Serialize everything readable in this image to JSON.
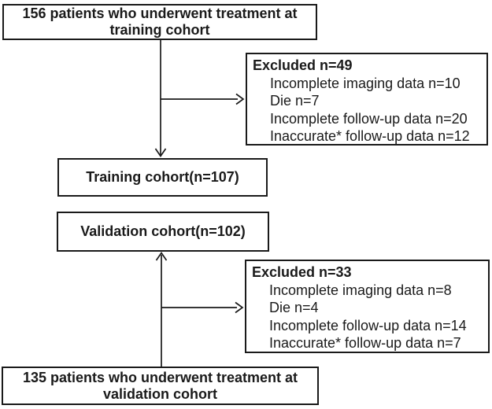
{
  "diagram": {
    "background_color": "#ffffff",
    "line_color": "#1a1a1a",
    "boxes": {
      "training_source": {
        "text": "156 patients who underwent treatment at training cohort"
      },
      "excluded_training": {
        "title": "Excluded n=49",
        "items": [
          "Incomplete imaging data n=10",
          "Die n=7",
          "Incomplete follow-up data n=20",
          "Inaccurate* follow-up data n=12"
        ]
      },
      "training_cohort": {
        "text": "Training cohort(n=107)"
      },
      "validation_cohort": {
        "text": "Validation cohort(n=102)"
      },
      "excluded_validation": {
        "title": "Excluded n=33",
        "items": [
          "Incomplete imaging data n=8",
          "Die n=4",
          "Incomplete follow-up data n=14",
          "Inaccurate* follow-up data n=7"
        ]
      },
      "validation_source": {
        "text": "135 patients who underwent treatment at validation cohort"
      }
    }
  }
}
